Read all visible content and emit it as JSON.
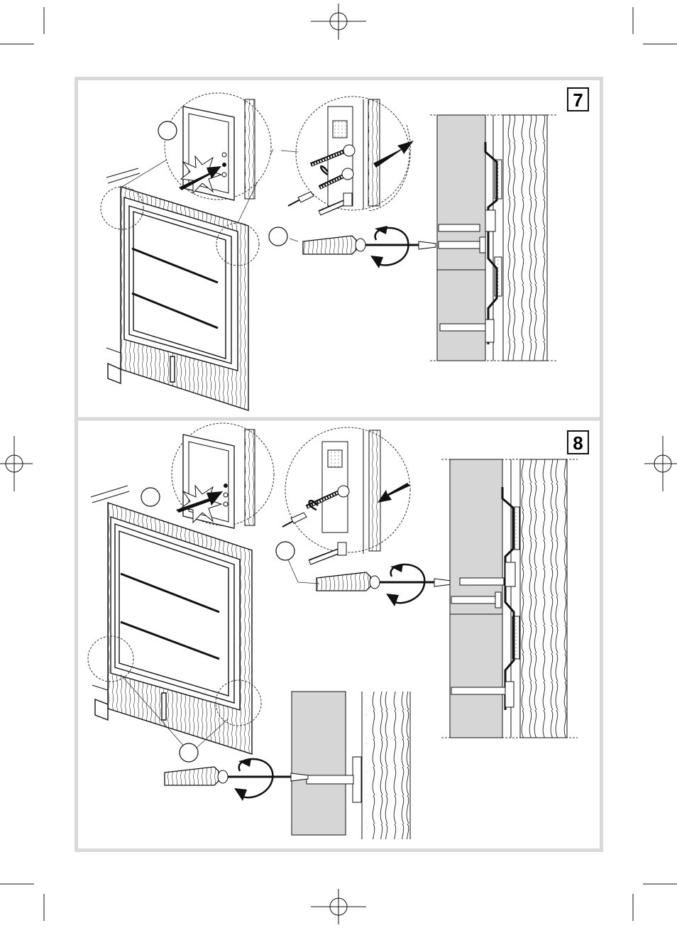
{
  "figure": {
    "colors": {
      "frame": "#d9d9d9",
      "wall_gray": "#d6d6d6",
      "ink": "#111111"
    },
    "panels": [
      {
        "step_label": "7",
        "direction": "out"
      },
      {
        "step_label": "8",
        "direction": "in"
      }
    ],
    "icons": [
      "crop-mark-icon",
      "screwdriver-icon",
      "rotation-arrow-icon",
      "push-arrow-icon",
      "impact-burst-icon",
      "callout-circle-icon"
    ]
  }
}
